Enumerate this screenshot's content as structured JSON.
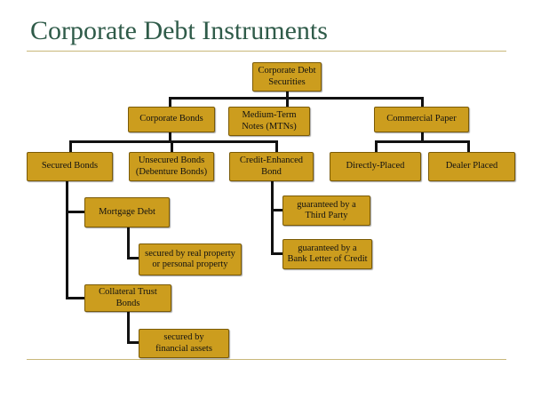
{
  "title": "Corporate Debt Instruments",
  "nodes": {
    "root": "Corporate Debt\nSecurities",
    "corporate_bonds": "Corporate Bonds",
    "mtn": "Medium-Term\nNotes (MTNs)",
    "commercial_paper": "Commercial Paper",
    "secured_bonds": "Secured Bonds",
    "unsecured_bonds": "Unsecured Bonds\n(Debenture Bonds)",
    "credit_enhanced": "Credit-Enhanced\nBond",
    "directly_placed": "Directly-Placed",
    "dealer_placed": "Dealer Placed",
    "mortgage_debt": "Mortgage Debt",
    "secured_real_property": "secured by real property\nor personal property",
    "collateral_trust": "Collateral Trust\nBonds",
    "secured_financial": "secured by\nfinancial assets",
    "third_party": "guaranteed by a\nThird Party",
    "bank_letter": "guaranteed by a\nBank Letter of Credit"
  },
  "colors": {
    "node_fill": "#cc9d1e",
    "node_border": "#7a5a06",
    "title": "#2f5b49",
    "connector": "#111111",
    "rule": "#c9b87a"
  }
}
